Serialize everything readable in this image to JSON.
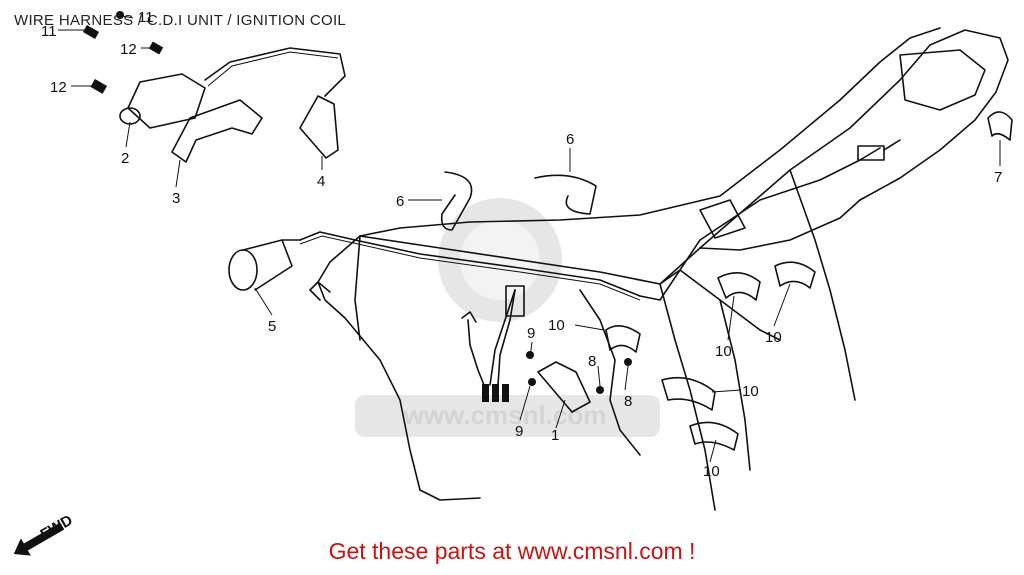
{
  "diagram": {
    "title": "WIRE HARNESS / C.D.I UNIT /  IGNITION COIL",
    "promo": "Get these parts at www.cmsnl.com !",
    "watermark": "www.cmsnl.com",
    "fwd_label": "FWD",
    "callouts": {
      "c1": "1",
      "c2": "2",
      "c3": "3",
      "c4": "4",
      "c5": "5",
      "c6a": "6",
      "c6b": "6",
      "c7": "7",
      "c8a": "8",
      "c8b": "8",
      "c9a": "9",
      "c9b": "9",
      "c10a": "10",
      "c10b": "10",
      "c10c": "10",
      "c10d": "10",
      "c10e": "10",
      "c11a": "11",
      "c11b": "11",
      "c12a": "12",
      "c12b": "12"
    },
    "colors": {
      "promo": "#cc1111",
      "line": "#111111",
      "watermark": "#e6e6e6"
    }
  }
}
